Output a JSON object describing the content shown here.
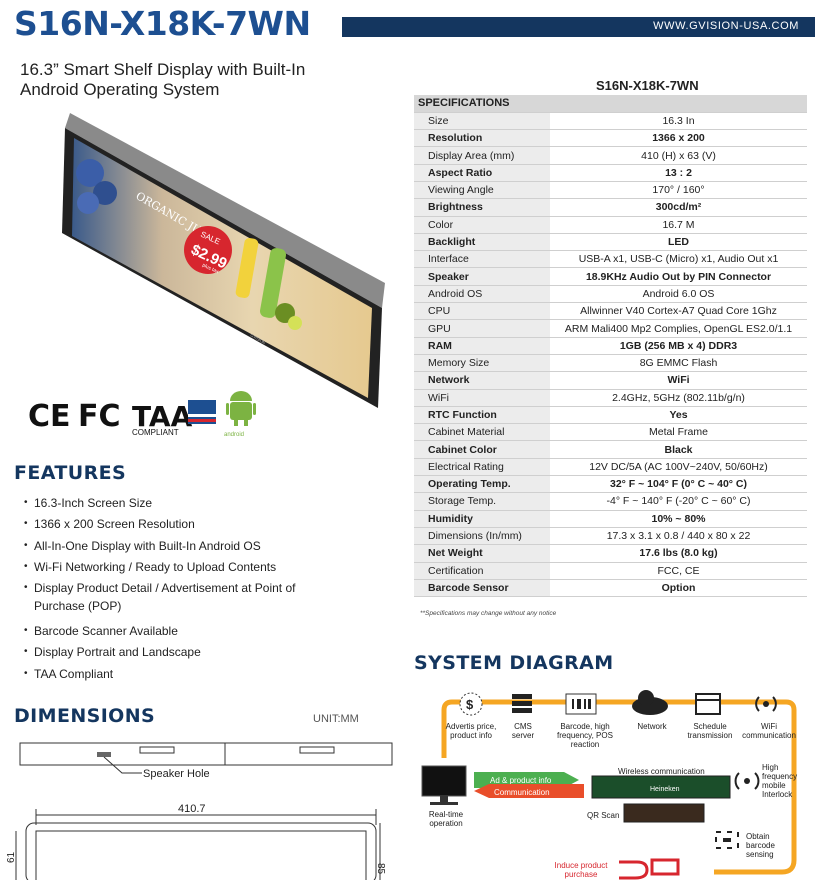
{
  "header": {
    "model": "S16N-X18K-7WN",
    "url": "WWW.GVISION-USA.COM"
  },
  "subtitle": [
    "16.3” Smart Shelf Display with Built-In",
    "Android Operating System"
  ],
  "product": {
    "screen_text": [
      "ORGANIC JUICE",
      "SALE",
      "$2.99",
      "plus tax"
    ],
    "brand": "GVISION"
  },
  "certifications": {
    "ce": "CE",
    "fcc": "FC",
    "taa": "TAA",
    "taa_sub": "COMPLIANT",
    "android": "android"
  },
  "features_title": "FEATURES",
  "features": [
    "16.3-Inch Screen Size",
    "1366 x 200 Screen Resolution",
    "All-In-One Display with Built-In Android OS",
    "Wi-Fi Networking / Ready to Upload Contents",
    "Display Product Detail / Advertisement at Point of Purchase (POP)",
    "Barcode Scanner Available",
    "Display Portrait and Landscape",
    "TAA Compliant"
  ],
  "spec_model": "S16N-X18K-7WN",
  "spec_header": "SPECIFICATIONS",
  "specs": [
    {
      "label": "Size",
      "value": "16.3 In"
    },
    {
      "label": "Resolution",
      "value": "1366 x 200"
    },
    {
      "label": "Display Area (mm)",
      "value": "410 (H) x 63 (V)"
    },
    {
      "label": "Aspect Ratio",
      "value": "13 : 2"
    },
    {
      "label": "Viewing Angle",
      "value": "170° / 160°"
    },
    {
      "label": "Brightness",
      "value": "300cd/m²"
    },
    {
      "label": "Color",
      "value": "16.7 M"
    },
    {
      "label": "Backlight",
      "value": "LED"
    },
    {
      "label": "Interface",
      "value": "USB-A x1, USB-C (Micro) x1, Audio Out x1"
    },
    {
      "label": "Speaker",
      "value": "18.9KHz Audio Out by PIN Connector"
    },
    {
      "label": "Android OS",
      "value": "Android 6.0 OS"
    },
    {
      "label": "CPU",
      "value": "Allwinner V40 Cortex-A7 Quad Core 1Ghz"
    },
    {
      "label": "GPU",
      "value": "ARM Mali400 Mp2 Complies, OpenGL ES2.0/1.1"
    },
    {
      "label": "RAM",
      "value": "1GB (256 MB x 4) DDR3"
    },
    {
      "label": "Memory Size",
      "value": "8G EMMC Flash"
    },
    {
      "label": "Network",
      "value": "WiFi"
    },
    {
      "label": "WiFi",
      "value": "2.4GHz, 5GHz (802.11b/g/n)"
    },
    {
      "label": "RTC Function",
      "value": "Yes"
    },
    {
      "label": "Cabinet Material",
      "value": "Metal Frame"
    },
    {
      "label": "Cabinet Color",
      "value": "Black"
    },
    {
      "label": "Electrical Rating",
      "value": "12V DC/5A (AC 100V~240V, 50/60Hz)"
    },
    {
      "label": "Operating Temp.",
      "value": "32° F ~ 104° F (0° C ~ 40° C)"
    },
    {
      "label": "Storage Temp.",
      "value": "-4° F ~ 140° F (-20° C ~ 60° C)"
    },
    {
      "label": "Humidity",
      "value": "10% ~ 80%"
    },
    {
      "label": "Dimensions (In/mm)",
      "value": "17.3 x 3.1 x 0.8 / 440 x 80 x 22"
    },
    {
      "label": "Net Weight",
      "value": "17.6 lbs (8.0 kg)"
    },
    {
      "label": "Certification",
      "value": "FCC,  CE"
    },
    {
      "label": "Barcode Sensor",
      "value": "Option"
    }
  ],
  "spec_note": "**Specifications may change without any notice",
  "dimensions_title": "DIMENSIONS",
  "dimensions_unit": "UNIT:MM",
  "dimensions": {
    "speaker_label": "Speaker Hole",
    "width": "410.7",
    "left_height": "61",
    "right_height": "85"
  },
  "system_title": "SYSTEM DIAGRAM",
  "system": {
    "top_items": [
      {
        "icon": "dollar-icon",
        "label": "Advertis price, product info"
      },
      {
        "icon": "server-icon",
        "label": "CMS server"
      },
      {
        "icon": "barcode-icon",
        "label": "Barcode, high frequency, POS reaction"
      },
      {
        "icon": "cloud-icon",
        "label": "Network"
      },
      {
        "icon": "calendar-icon",
        "label": "Schedule transmission"
      },
      {
        "icon": "wifi-icon",
        "label": "WiFi communication"
      }
    ],
    "arrow_top": "Ad & product info",
    "arrow_bottom": "Communication",
    "wireless": "Wireless communication",
    "high_freq": "High frequency mobile Interlock",
    "realtime": "Real-time operation",
    "qr": "QR Scan",
    "obtain": "Obtain barcode sensing",
    "induce": "Induce product purchase",
    "heineken": "Heineken"
  },
  "colors": {
    "navy": "#14365f",
    "blue": "#1d4f91",
    "orange": "#f5a623",
    "green": "#4caf50",
    "red": "#d7262e"
  }
}
